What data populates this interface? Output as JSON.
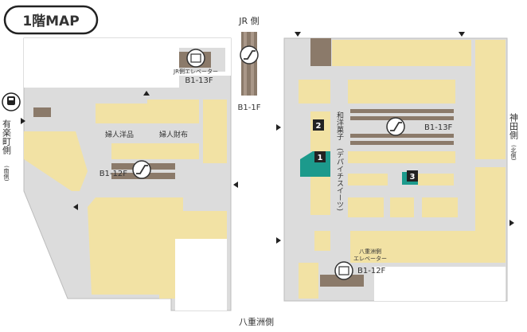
{
  "title": "1階MAP",
  "directions": {
    "jr_side": "JR 側",
    "yurakucho_side": "有楽町側",
    "yurakucho_sub": "(南側)",
    "kanda_side": "神田側",
    "kanda_sub": "(北側)",
    "yaesu_side": "八重洲側"
  },
  "west_wing": {
    "elevator_label": "JR側エレベーター",
    "elevator_floors": "B1-13F",
    "escalator_floors": "B1-12F",
    "shop_fujin_yohin": "婦人洋品",
    "shop_fujin_saifu": "婦人財布",
    "corridor_escalator_floors": "B1-1F"
  },
  "east_wing": {
    "escalator_floors": "B1-13F",
    "elevator_label_line1": "八重洲側",
    "elevator_label_line2": "エレベーター",
    "elevator_floors": "B1-12F",
    "shop_wayogashi": "和洋菓子",
    "shop_wayogashi_sub": "(デパイチスイーツ)"
  },
  "markers": [
    "1",
    "2",
    "3"
  ],
  "colors": {
    "shop": "#f2e2a4",
    "walkway": "#dcdcdc",
    "wall": "#c8c8c8",
    "service": "#8b7a6a",
    "marker_teal": "#1c9a8c",
    "marker_dark": "#222222",
    "text": "#333333"
  },
  "icons": [
    "train-icon",
    "escalator-icon",
    "elevator-icon",
    "arrow-icon"
  ]
}
